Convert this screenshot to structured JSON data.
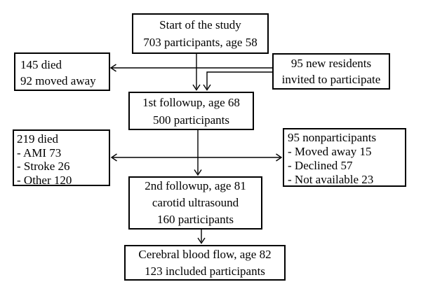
{
  "diagram": {
    "type": "study-flowchart",
    "colors": {
      "line": "#000000",
      "text": "#000000",
      "background": "#ffffff"
    },
    "boxes": {
      "start": {
        "lines": [
          "Start of the study",
          "703 participants, age 58"
        ]
      },
      "died1": {
        "lines": [
          "145 died",
          "92 moved away"
        ]
      },
      "new_residents": {
        "lines": [
          "95 new residents",
          "invited to participate"
        ]
      },
      "followup1": {
        "lines": [
          "1st followup, age 68",
          "500 participants"
        ]
      },
      "died2": {
        "lines": [
          "219 died",
          "- AMI 73",
          "- Stroke 26",
          "- Other 120"
        ]
      },
      "nonparticipants": {
        "lines": [
          "95 nonparticipants",
          "- Moved away 15",
          "- Declined 57",
          "- Not available 23"
        ]
      },
      "followup2": {
        "lines": [
          "2nd followup, age 81",
          "carotid ultrasound",
          "160 participants"
        ]
      },
      "cerebral": {
        "lines": [
          "Cerebral blood flow, age 82",
          "123 included participants"
        ]
      }
    }
  }
}
